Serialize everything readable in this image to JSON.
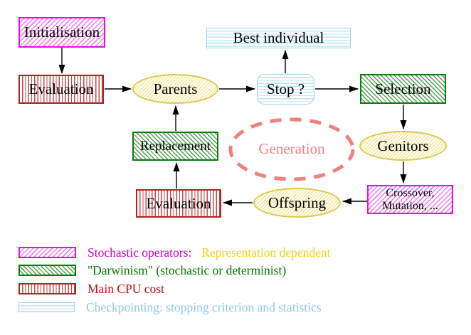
{
  "nodes": {
    "initialisation": "Initialisation",
    "evaluation_top": "Evaluation",
    "parents": "Parents",
    "best_individual": "Best individual",
    "stop": "Stop ?",
    "selection": "Selection",
    "replacement": "Replacement",
    "generation": "Generation",
    "genitors": "Genitors",
    "offspring": "Offspring",
    "evaluation_bottom": "Evaluation",
    "crossover": {
      "line1": "Crossover,",
      "line2": "Mutation, ..."
    }
  },
  "legend": {
    "rows": [
      {
        "label": "Stochastic operators:",
        "label2": "Representation dependent"
      },
      {
        "label": "\"Darwinism\" (stochastic or determinist)"
      },
      {
        "label": "Main CPU cost"
      },
      {
        "label": "Checkpointing: stopping criterion and statistics"
      }
    ]
  },
  "colors": {
    "magenta_border": "#E80CE8",
    "magenta_hatch": "#F07CF0",
    "green_border": "#0B7B0B",
    "green_hatch": "#4E9E4E",
    "red_border": "#B22222",
    "red_stripe": "#C64A4A",
    "cyan_border": "#A5D2E6",
    "cyan_stripe": "#C2E4F2",
    "yellow_border": "#DCC94E",
    "yellow_hatch": "#F0E6A2",
    "salmon_dashed": "#F08080",
    "arrow_black": "#000000",
    "magenta_text": "#CC00CC",
    "gold_text": "#EFD21E",
    "green_text": "#007700",
    "red_text": "#C01010",
    "cyan_text": "#8FC6E8"
  }
}
